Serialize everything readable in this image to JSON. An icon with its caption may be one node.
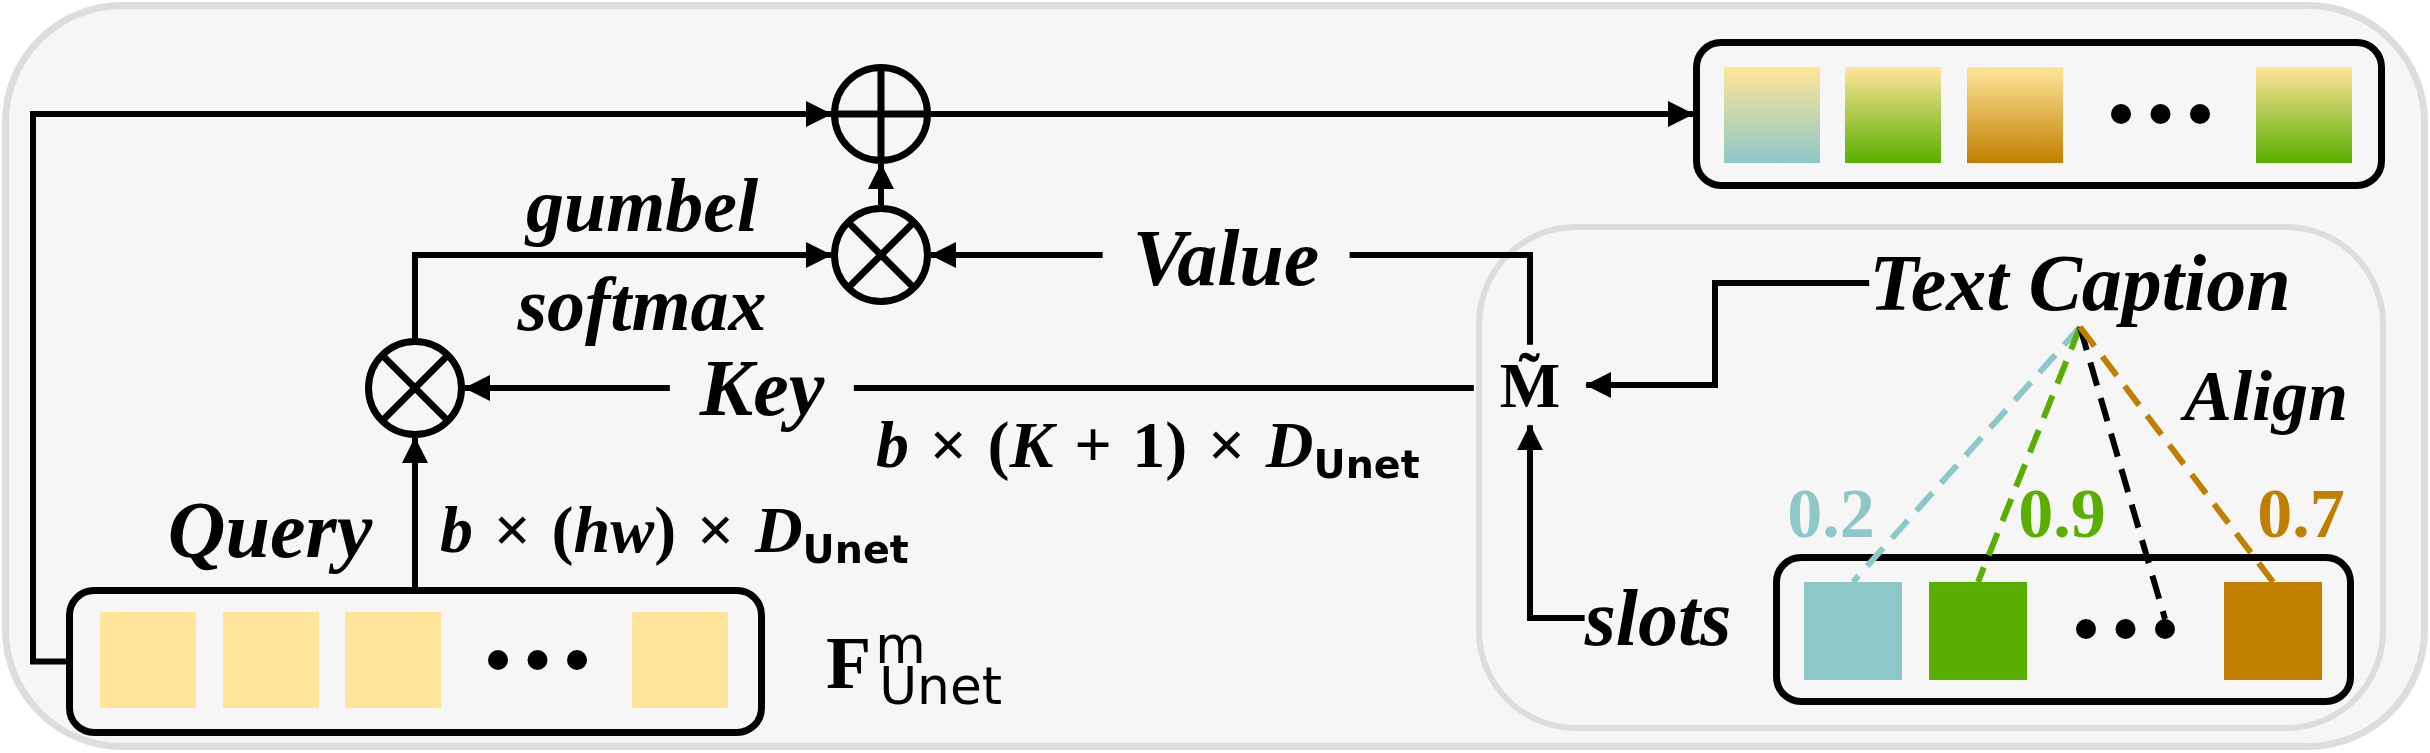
{
  "diagram": {
    "nodes": [
      {
        "text": [],
        "shape": "circle"
      },
      {
        "text": [],
        "shape": "box"
      },
      {
        "text": [],
        "shape": "circle"
      },
      {
        "text": [
          "Text Caption"
        ]
      },
      {
        "text": [],
        "shape": "circle"
      },
      {
        "text": [
          "M̃"
        ]
      },
      {
        "text": [],
        "shape": "box",
        "beside": [
          "**F**$^{m}$$_{Unet}$"
        ]
      },
      {
        "text": [
          "slots"
        ]
      },
      {
        "text": [],
        "shape": "box"
      },
      {
        "text": [],
        "shape": "box",
        "in": 8
      },
      {
        "text": [],
        "shape": "box",
        "in": 8
      },
      {
        "text": [],
        "shape": "dots",
        "in": 8
      },
      {
        "text": [],
        "shape": "box",
        "in": 8
      }
    ],
    "edges": [
      {
        "from": 6,
        "to": 0,
        "arrow": "to"
      },
      {
        "from": 6,
        "to": 4,
        "arrow": "to",
        "label": "Query"
      },
      {
        "from": 4,
        "to": 2,
        "arrow": "to",
        "label": "gumbel softmax"
      },
      {
        "from": 2,
        "to": 0,
        "arrow": "to"
      },
      {
        "from": 0,
        "to": 1,
        "arrow": "to"
      },
      {
        "from": 5,
        "to": 2,
        "arrow": "to",
        "label": "Value"
      },
      {
        "from": 5,
        "to": 4,
        "arrow": "to",
        "label": "Key"
      },
      {
        "from": 3,
        "to": 5,
        "arrow": "to"
      },
      {
        "from": 7,
        "to": 5,
        "arrow": "to"
      },
      {
        "from": 3,
        "to": 9,
        "arrow": "none",
        "style": "dashed",
        "color": "#8ec7c7",
        "label": "0.2"
      },
      {
        "from": 3,
        "to": 10,
        "arrow": "none",
        "style": "dashed",
        "color": "#5aae00",
        "label": "0.9"
      },
      {
        "from": 3,
        "to": 11,
        "arrow": "none",
        "style": "dashed"
      },
      {
        "from": 3,
        "to": 12,
        "arrow": "none",
        "style": "dashed",
        "color": "#c17f00",
        "label": "0.7"
      }
    ],
    "labels": [
      "*b* × (*K* + 1) × *D*$_{Unet}$",
      "Align",
      "*b* × (*hw*) × *D*$_{Unet}$"
    ]
  }
}
